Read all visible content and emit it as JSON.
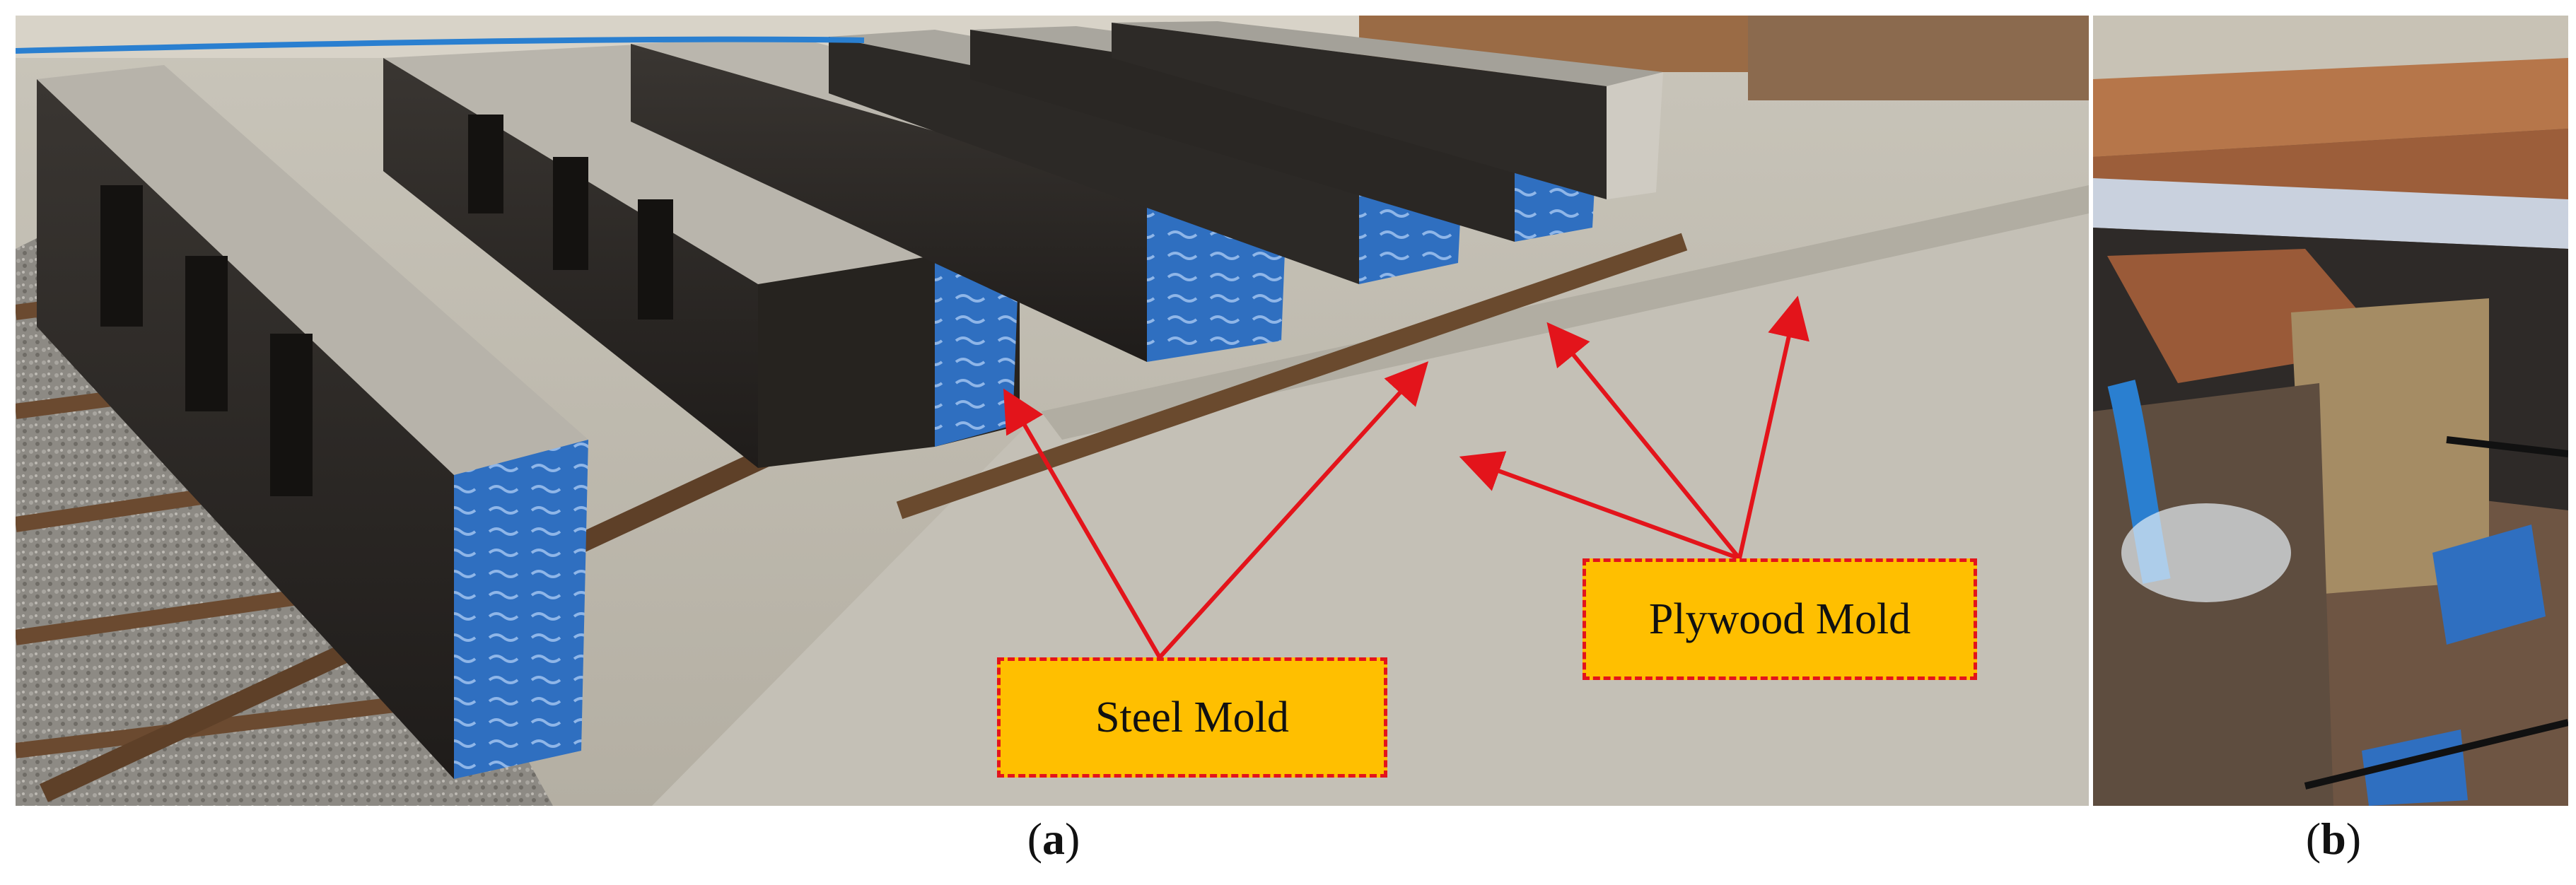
{
  "panels": [
    {
      "id": "a",
      "label_open": "(",
      "label_letter": "a",
      "label_close": ")"
    },
    {
      "id": "b",
      "label_open": "(",
      "label_letter": "b",
      "label_close": ")"
    }
  ],
  "callouts": {
    "steel_mold": "Steel Mold",
    "plywood_mold": "Plywood Mold"
  },
  "colors": {
    "callout_fill": "#ffbf00",
    "callout_border": "#e3141b",
    "arrow": "#e3141b",
    "plywood_blue": "#2f6fc0",
    "steel_dark": "#2a2724",
    "concrete": "#a7a59d",
    "burlap": "#b07c50"
  }
}
